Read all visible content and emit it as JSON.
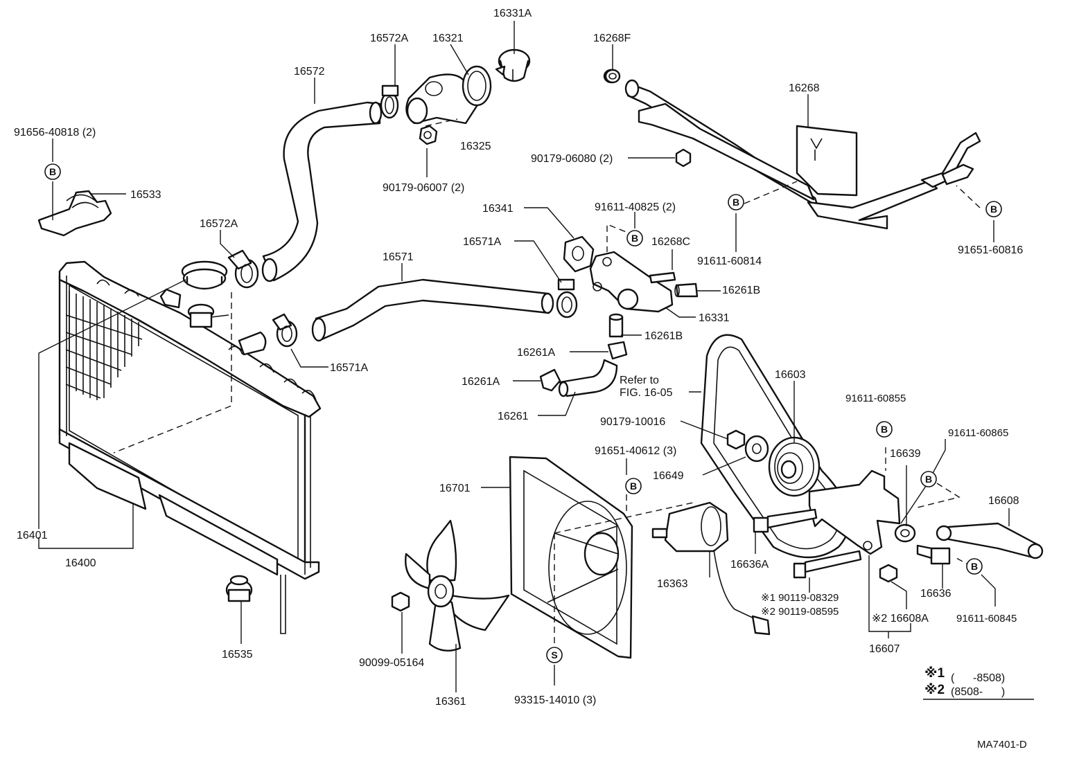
{
  "diagram": {
    "figure_code": "MA7401-D",
    "refer_note": [
      "Refer to",
      "FIG. 16-05"
    ],
    "legend": [
      {
        "mark": "※1",
        "range": "(      -8508)"
      },
      {
        "mark": "※2",
        "range": "(8508-      )"
      }
    ],
    "circle_letters": {
      "B": "B",
      "S": "S"
    },
    "part_labels": {
      "p16331A": "16331A",
      "p16572A_top": "16572A",
      "p16321": "16321",
      "p16572": "16572",
      "p16325": "16325",
      "p90179_06007": "90179-06007 (2)",
      "p16268F": "16268F",
      "p16268": "16268",
      "p90179_06080": "90179-06080 (2)",
      "p91656_40818": "91656-40818 (2)",
      "p16533": "16533",
      "p16572A_left": "16572A",
      "p16341": "16341",
      "p91611_40825": "91611-40825 (2)",
      "p16571A_top": "16571A",
      "p16268C": "16268C",
      "p91611_60814": "91611-60814",
      "p91651_60816": "91651-60816",
      "p16571": "16571",
      "p16261B_top": "16261B",
      "p16331": "16331",
      "p16261B_mid": "16261B",
      "p16571A_low": "16571A",
      "p16261A_a": "16261A",
      "p16261A_b": "16261A",
      "p16261": "16261",
      "p16603": "16603",
      "p91611_60855": "91611-60855",
      "p90179_10016": "90179-10016",
      "p91611_60865": "91611-60865",
      "p16639": "16639",
      "p91651_40612": "91651-40612 (3)",
      "p16649": "16649",
      "p16608": "16608",
      "p16701": "16701",
      "p16401": "16401",
      "p16400": "16400",
      "p16636A": "16636A",
      "p16363": "16363",
      "p16636": "16636",
      "p90119_08329": "90119-08329",
      "p90119_08595": "90119-08595",
      "p16608A": "16608A",
      "p91611_60845": "91611-60845",
      "p16607": "16607",
      "p16535": "16535",
      "p90099_05164": "90099-05164",
      "p16361": "16361",
      "p93315_14010": "93315-14010 (3)"
    }
  }
}
